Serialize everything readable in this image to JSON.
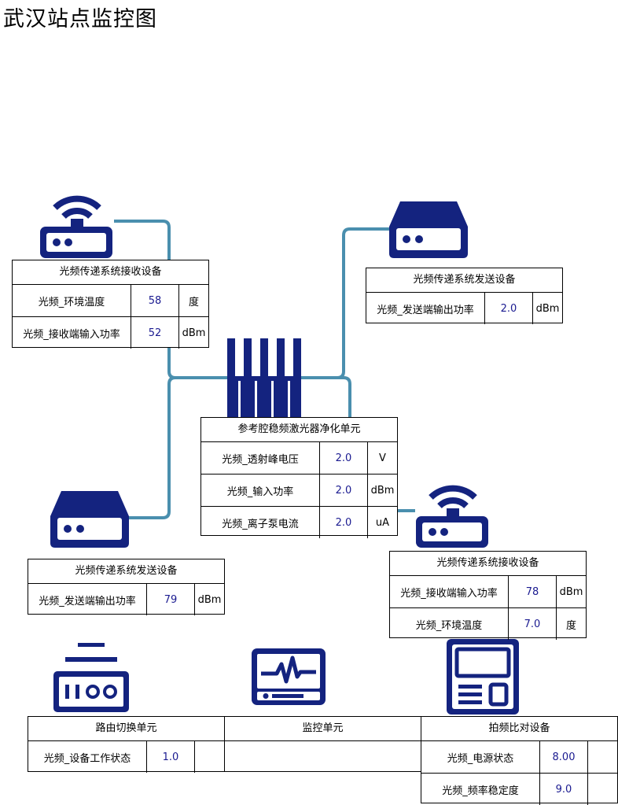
{
  "page": {
    "title": "武汉站点监控图"
  },
  "colors": {
    "icon": "#14237f",
    "wire": "#4a8fae",
    "value_text": "#1a1a90"
  },
  "devices": {
    "rx_top": {
      "icon": "wifi-router-icon",
      "title": "光频传递系统接收设备",
      "rows": [
        {
          "label": "光频_环境温度",
          "value": "58",
          "unit": "度"
        },
        {
          "label": "光频_接收端输入功率",
          "value": "52",
          "unit": "dBm"
        }
      ]
    },
    "tx_top": {
      "icon": "server-box-icon",
      "title": "光频传递系统发送设备",
      "rows": [
        {
          "label": "光频_发送端输出功率",
          "value": "2.0",
          "unit": "dBm"
        }
      ]
    },
    "laser": {
      "icon": "laser-purifier-icon",
      "title": "参考腔稳频激光器净化单元",
      "rows": [
        {
          "label": "光频_透射峰电压",
          "value": "2.0",
          "unit": "V"
        },
        {
          "label": "光频_输入功率",
          "value": "2.0",
          "unit": "dBm"
        },
        {
          "label": "光频_离子泵电流",
          "value": "2.0",
          "unit": "uA"
        }
      ]
    },
    "tx_bottom": {
      "icon": "server-box-icon",
      "title": "光频传递系统发送设备",
      "rows": [
        {
          "label": "光频_发送端输出功率",
          "value": "79",
          "unit": "dBm"
        }
      ]
    },
    "rx_bottom": {
      "icon": "wifi-router-icon",
      "title": "光频传递系统接收设备",
      "rows": [
        {
          "label": "光频_接收端输入功率",
          "value": "78",
          "unit": "dBm"
        },
        {
          "label": "光频_环境温度",
          "value": "7.0",
          "unit": "度"
        }
      ]
    },
    "router": {
      "icon": "switch-unit-icon",
      "title": "路由切换单元",
      "rows": [
        {
          "label": "光频_设备工作状态",
          "value": "1.0",
          "unit": ""
        }
      ]
    },
    "monitor": {
      "icon": "monitor-pulse-icon",
      "title": "监控单元",
      "rows": []
    },
    "compare": {
      "icon": "comparator-device-icon",
      "title": "拍频比对设备",
      "rows": [
        {
          "label": "光频_电源状态",
          "value": "8.00",
          "unit": ""
        },
        {
          "label": "光频_频率稳定度",
          "value": "9.0",
          "unit": ""
        }
      ]
    }
  }
}
